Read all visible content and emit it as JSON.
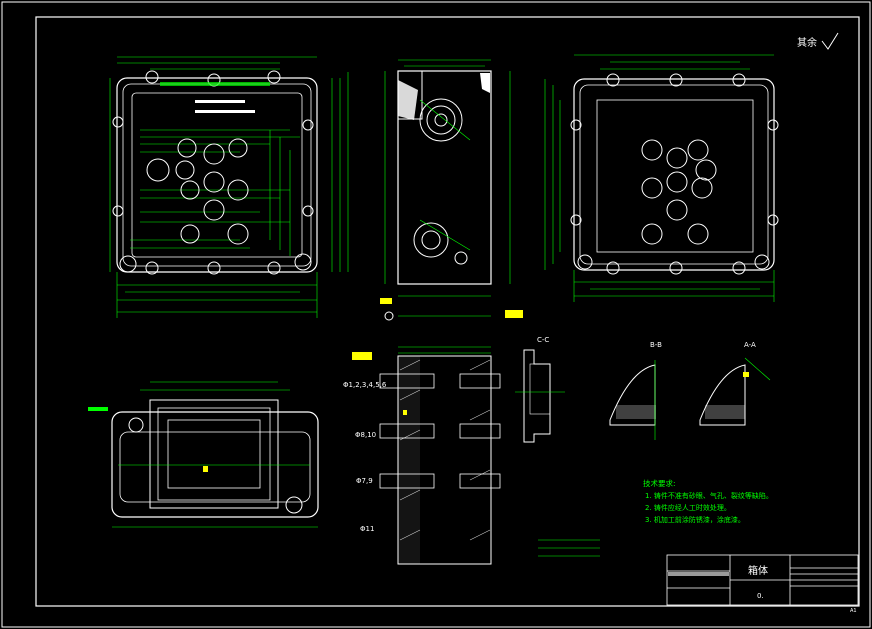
{
  "sheet": {
    "roughness_note": "其余",
    "labels": {
      "section_cc": "C-C",
      "section_bb": "B-B",
      "section_aa": "A-A",
      "holes_1": "Φ1,2,3,4,5,6",
      "holes_2": "Φ8,10",
      "holes_3": "Φ7,9",
      "holes_4": "Φ11"
    },
    "tech_req": {
      "title": "技术要求:",
      "items": [
        "1. 铸件不准有砂眼、气孔、裂纹等缺陷。",
        "2. 铸件应经人工时效处理。",
        "3. 机加工前涂防锈漆，涂底漆。"
      ]
    },
    "title_block": {
      "part_name": "箱体",
      "material": "0."
    },
    "sheet_size": "A1"
  },
  "colors": {
    "background": "#000000",
    "linework": "#ffffff",
    "dimensions": "#00ff00",
    "highlight": "#ffff00"
  }
}
